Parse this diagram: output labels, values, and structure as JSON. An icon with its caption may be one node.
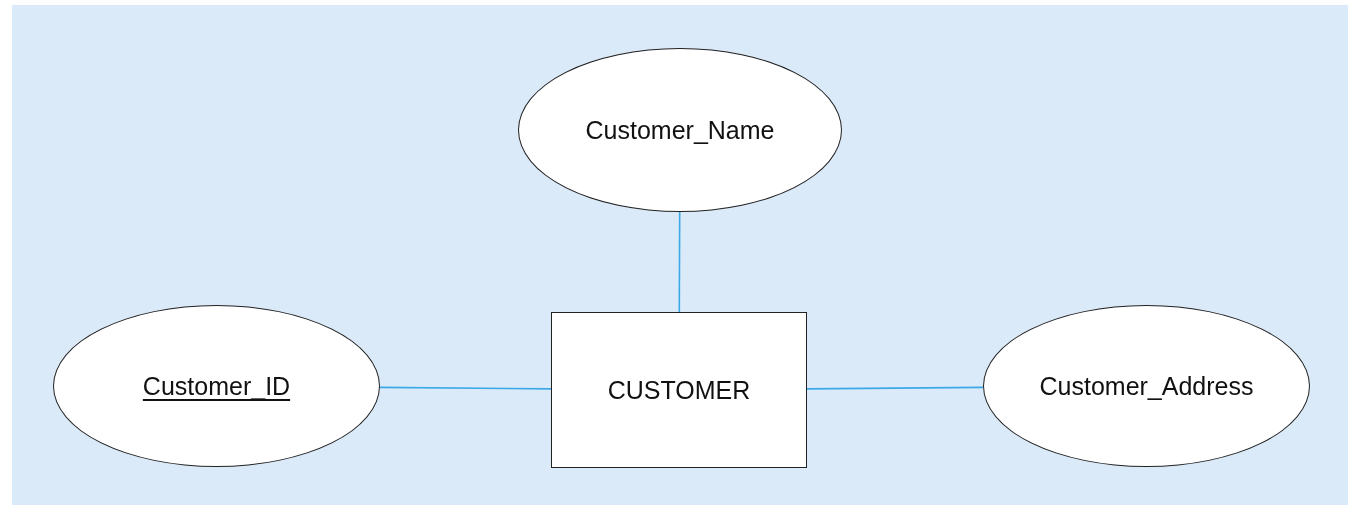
{
  "diagram": {
    "nodes": [
      {
        "text": [
          "Customer_Name"
        ]
      },
      {
        "text": [
          "Customer_ID"
        ]
      },
      {
        "text": [
          "CUSTOMER"
        ]
      },
      {
        "text": [
          "Customer_Address"
        ]
      }
    ],
    "edges": [
      {
        "from": 0,
        "to": 2,
        "arrow": "none"
      },
      {
        "from": 1,
        "to": 2,
        "arrow": "none"
      },
      {
        "from": 2,
        "to": 3,
        "arrow": "none"
      }
    ]
  }
}
